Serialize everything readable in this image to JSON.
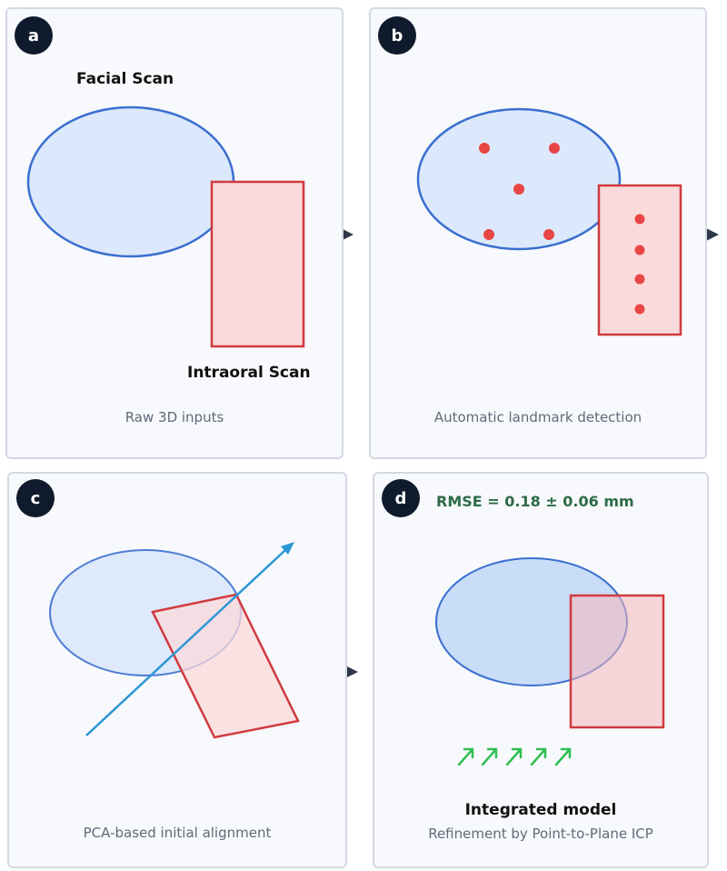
{
  "panels": {
    "a": {
      "badge": "a",
      "label_facial": "Facial Scan",
      "label_intraoral": "Intraoral Scan",
      "caption": "Raw 3D inputs"
    },
    "b": {
      "badge": "b",
      "caption": "Automatic landmark detection"
    },
    "c": {
      "badge": "c",
      "caption": "PCA-based initial alignment"
    },
    "d": {
      "badge": "d",
      "rmse": "RMSE = 0.18 ± 0.06 mm",
      "title": "Integrated model",
      "caption": "Refinement by Point-to-Plane ICP"
    }
  },
  "colors": {
    "face_fill": "#dce8fb",
    "face_stroke": "#3b6fd0",
    "oral_fill": "#fbdadb",
    "oral_stroke": "#d03a3e",
    "landmark": "#e84545",
    "pca_axis": "#2b97d6",
    "icp_arrows": "#2fbf52",
    "flow_arrow": "#2d3748"
  },
  "icons": [
    "flow-arrow",
    "landmark-dot",
    "pca-axis-arrow",
    "icp-arrow"
  ]
}
